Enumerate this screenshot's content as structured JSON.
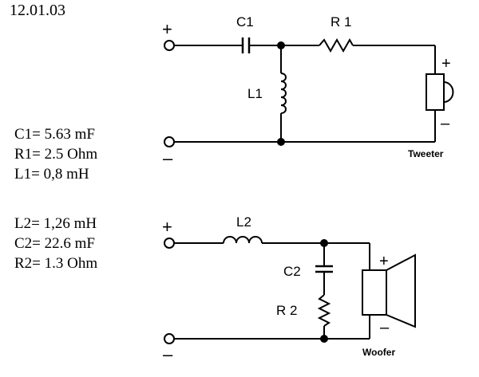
{
  "date": "12.01.03",
  "tweeter_specs": [
    "C1= 5.63 mF",
    "R1= 2.5 Ohm",
    "L1= 0,8 mH"
  ],
  "woofer_specs": [
    "L2= 1,26 mH",
    "C2= 22.6 mF",
    "R2= 1.3 Ohm"
  ],
  "tweeter_circuit": {
    "input_plus": "+",
    "input_minus": "–",
    "c1_label": "C1",
    "r1_label": "R 1",
    "l1_label": "L1",
    "speaker_plus": "+",
    "speaker_minus": "–",
    "speaker_name": "Tweeter"
  },
  "woofer_circuit": {
    "input_plus": "+",
    "input_minus": "–",
    "l2_label": "L2",
    "c2_label": "C2",
    "r2_label": "R 2",
    "speaker_plus": "+",
    "speaker_minus": "–",
    "speaker_name": "Woofer"
  }
}
